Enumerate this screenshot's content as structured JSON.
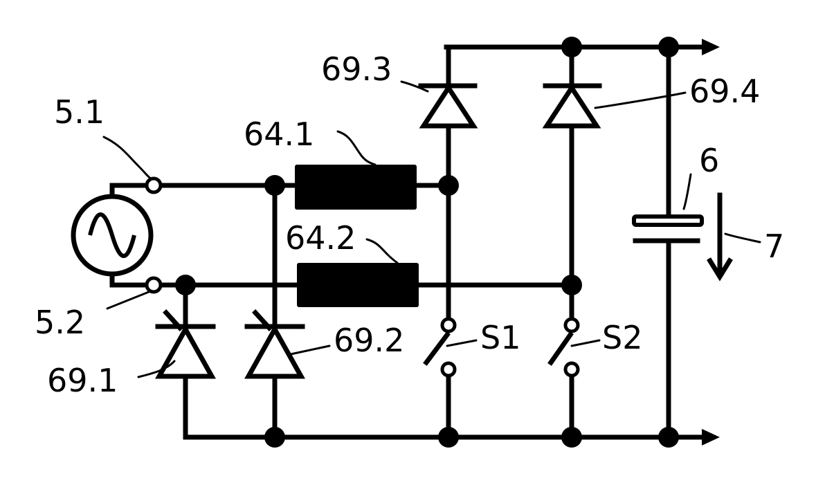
{
  "diagram": {
    "labels": {
      "terminal_1": "5.1",
      "terminal_2": "5.2",
      "inductor_1": "64.1",
      "inductor_2": "64.2",
      "thyristor_1": "69.1",
      "thyristor_2": "69.2",
      "diode_3": "69.3",
      "diode_4": "69.4",
      "switch_1": "S1",
      "switch_2": "S2",
      "capacitor": "6",
      "voltage_arrow": "7"
    }
  }
}
